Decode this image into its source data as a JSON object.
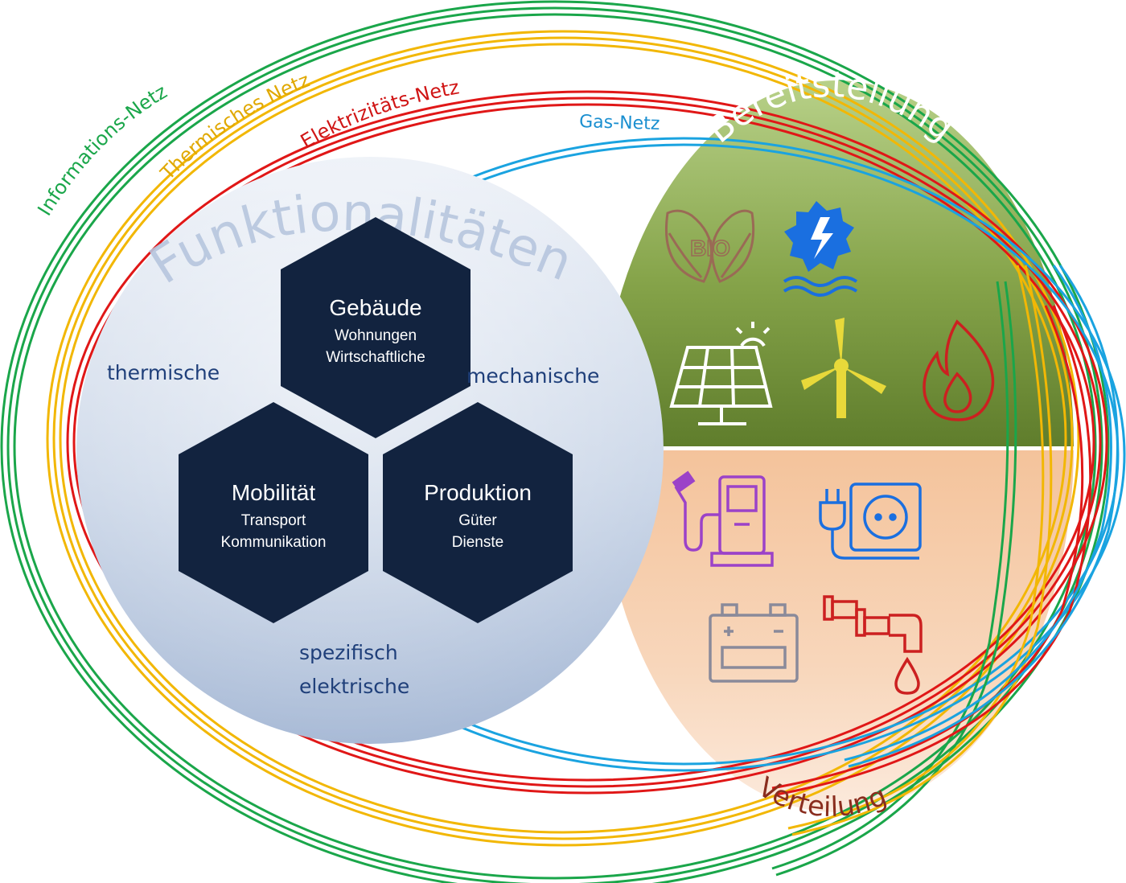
{
  "networks": {
    "information": {
      "label": "Informations-Netz",
      "color": "#1aa64a"
    },
    "thermal": {
      "label": "Thermisches Netz",
      "color": "#f2b705"
    },
    "electricity": {
      "label": "Elektrizitäts-Netz",
      "color": "#e01717"
    },
    "gas": {
      "label": "Gas-Netz",
      "color": "#1aa3e0"
    }
  },
  "functionalities": {
    "title": "Funktionalitäten",
    "hexes": [
      {
        "title": "Gebäude",
        "line1": "Wohnungen",
        "line2": "Wirtschaftliche"
      },
      {
        "title": "Mobilität",
        "line1": "Transport",
        "line2": "Kommunikation"
      },
      {
        "title": "Produktion",
        "line1": "Güter",
        "line2": "Dienste"
      }
    ],
    "energy_forms": {
      "thermal": "thermische",
      "mechanical": "mechanische",
      "electric_1": "spezifisch",
      "electric_2": "elektrische"
    }
  },
  "supply": {
    "title": "Bereitstellung",
    "icons": [
      "bio-leaves-icon",
      "hydro-turbine-icon",
      "solar-panel-icon",
      "wind-turbine-icon",
      "flame-icon"
    ],
    "bio_text": "BIO"
  },
  "distribution": {
    "title": "Verteilung",
    "icons": [
      "fuel-pump-icon",
      "power-outlet-icon",
      "battery-icon",
      "water-pipe-icon"
    ]
  },
  "colors": {
    "hex_fill": "#12233f",
    "energy_text": "#1f3f7a",
    "supply_green": "#6f8f34",
    "distribution_peach": "#f5caa5",
    "supply_title": "#ffffff",
    "distribution_title": "#8a2d1e"
  }
}
